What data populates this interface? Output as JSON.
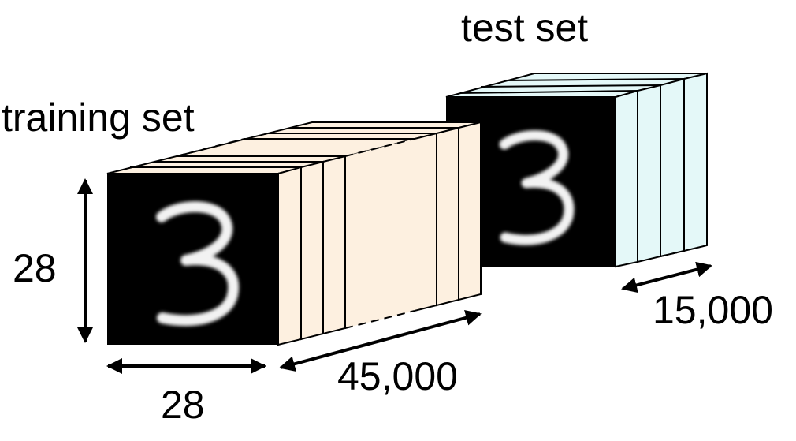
{
  "labels": {
    "training_set": "training set",
    "test_set": "test set",
    "height": "28",
    "width": "28",
    "training_count": "45,000",
    "test_count": "15,000"
  },
  "colors": {
    "training_slab": "#fdf0e0",
    "test_slab": "#e4f8f8",
    "image_background": "#000000",
    "digit_stroke": "#f2f2f2",
    "outline": "#000000"
  },
  "digit_icon": "handwritten-digit-3-icon"
}
